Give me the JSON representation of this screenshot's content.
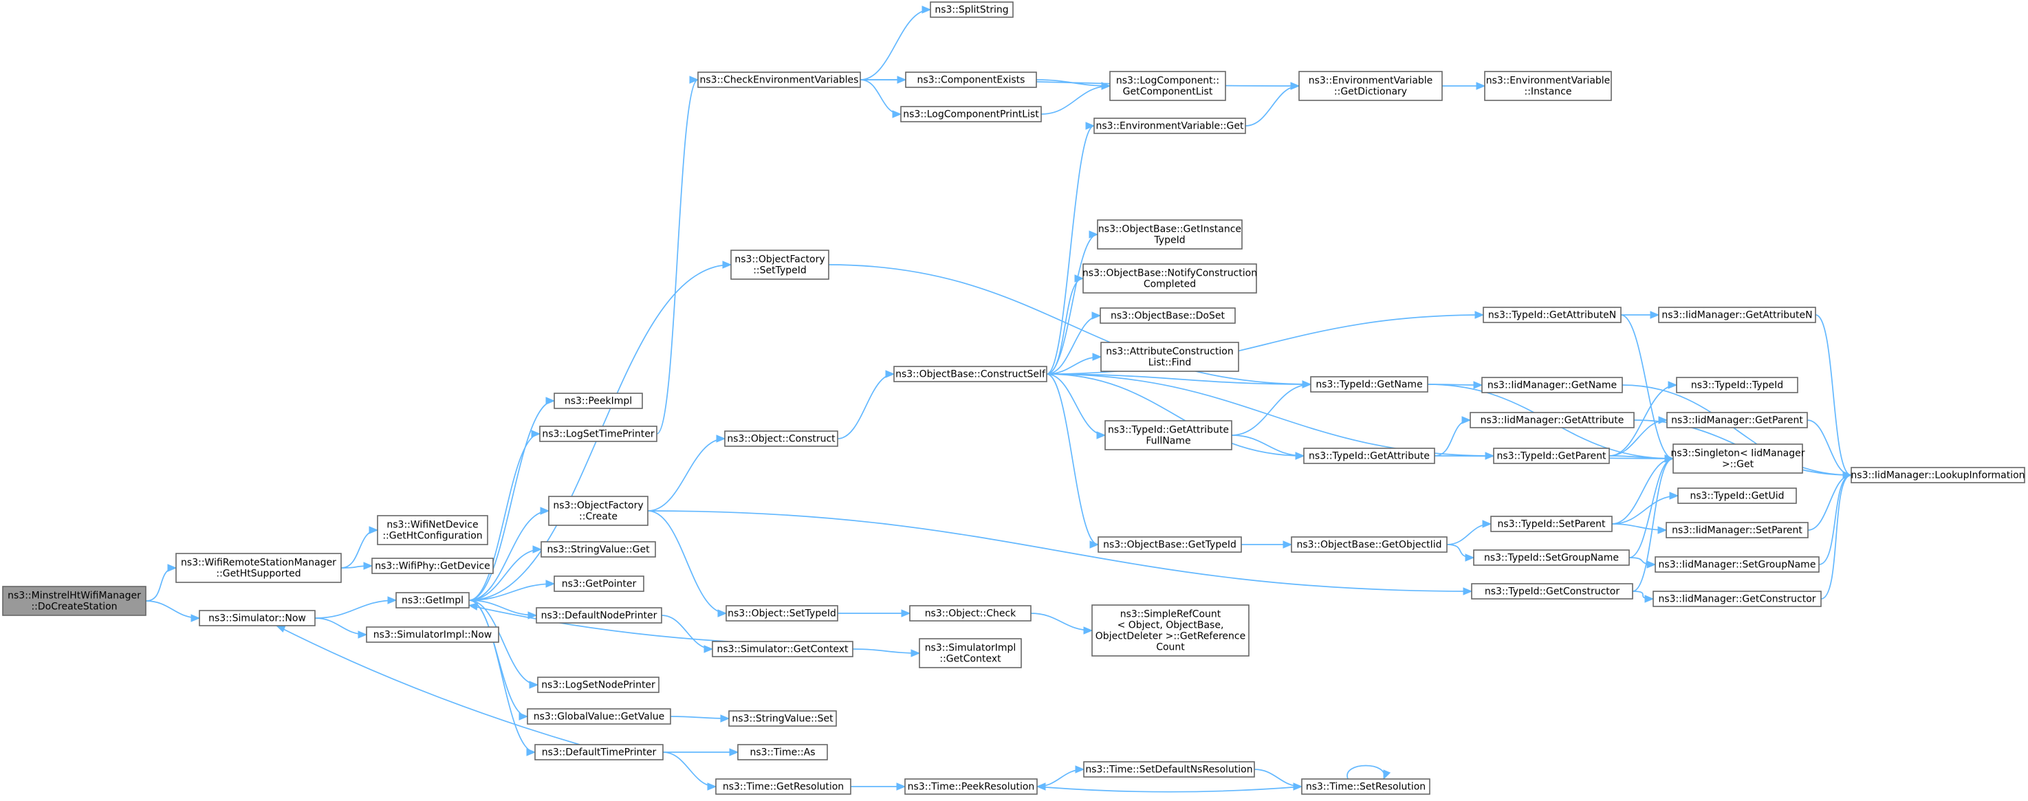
{
  "diagram": {
    "type": "call-graph",
    "nodes": [
      {
        "id": "root",
        "lines": [
          "ns3::MinstrelHtWifiManager",
          "::DoCreateStation"
        ],
        "highlight": true
      },
      {
        "id": "getHtSupported",
        "lines": [
          "ns3::WifiRemoteStationManager",
          "::GetHtSupported"
        ]
      },
      {
        "id": "simNow",
        "lines": [
          "ns3::Simulator::Now"
        ]
      },
      {
        "id": "getHtConfig",
        "lines": [
          "ns3::WifiNetDevice",
          "::GetHtConfiguration"
        ]
      },
      {
        "id": "phyGetDevice",
        "lines": [
          "ns3::WifiPhy::GetDevice"
        ]
      },
      {
        "id": "getImpl",
        "lines": [
          "ns3::GetImpl"
        ]
      },
      {
        "id": "simImplNow",
        "lines": [
          "ns3::SimulatorImpl::Now"
        ]
      },
      {
        "id": "peekImpl",
        "lines": [
          "ns3::PeekImpl"
        ]
      },
      {
        "id": "logSetTimePrinter",
        "lines": [
          "ns3::LogSetTimePrinter"
        ]
      },
      {
        "id": "ofCreate",
        "lines": [
          "ns3::ObjectFactory",
          "::Create"
        ]
      },
      {
        "id": "stringValueGet",
        "lines": [
          "ns3::StringValue::Get"
        ]
      },
      {
        "id": "getPointer",
        "lines": [
          "ns3::GetPointer"
        ]
      },
      {
        "id": "defaultNodePrinter",
        "lines": [
          "ns3::DefaultNodePrinter"
        ]
      },
      {
        "id": "logSetNodePrinter",
        "lines": [
          "ns3::LogSetNodePrinter"
        ]
      },
      {
        "id": "gvGetValue",
        "lines": [
          "ns3::GlobalValue::GetValue"
        ]
      },
      {
        "id": "defaultTimePrinter",
        "lines": [
          "ns3::DefaultTimePrinter"
        ]
      },
      {
        "id": "checkEnvVars",
        "lines": [
          "ns3::CheckEnvironmentVariables"
        ]
      },
      {
        "id": "ofSetTypeId",
        "lines": [
          "ns3::ObjectFactory",
          "::SetTypeId"
        ]
      },
      {
        "id": "objConstruct",
        "lines": [
          "ns3::Object::Construct"
        ]
      },
      {
        "id": "objSetTypeId",
        "lines": [
          "ns3::Object::SetTypeId"
        ]
      },
      {
        "id": "simGetContext",
        "lines": [
          "ns3::Simulator::GetContext"
        ]
      },
      {
        "id": "stringValueSet",
        "lines": [
          "ns3::StringValue::Set"
        ]
      },
      {
        "id": "timeAs",
        "lines": [
          "ns3::Time::As"
        ]
      },
      {
        "id": "timeGetRes",
        "lines": [
          "ns3::Time::GetResolution"
        ]
      },
      {
        "id": "splitString",
        "lines": [
          "ns3::SplitString"
        ]
      },
      {
        "id": "componentExists",
        "lines": [
          "ns3::ComponentExists"
        ]
      },
      {
        "id": "logCompPrintList",
        "lines": [
          "ns3::LogComponentPrintList"
        ]
      },
      {
        "id": "constructSelf",
        "lines": [
          "ns3::ObjectBase::ConstructSelf"
        ]
      },
      {
        "id": "objCheck",
        "lines": [
          "ns3::Object::Check"
        ]
      },
      {
        "id": "simImplGetContext",
        "lines": [
          "ns3::SimulatorImpl",
          "::GetContext"
        ]
      },
      {
        "id": "timePeekRes",
        "lines": [
          "ns3::Time::PeekResolution"
        ]
      },
      {
        "id": "logCompGetList",
        "lines": [
          "ns3::LogComponent::",
          "GetComponentList"
        ]
      },
      {
        "id": "envVarGet",
        "lines": [
          "ns3::EnvironmentVariable::Get"
        ]
      },
      {
        "id": "obGetInstanceTypeId",
        "lines": [
          "ns3::ObjectBase::GetInstance",
          "TypeId"
        ]
      },
      {
        "id": "obNotifyConstruction",
        "lines": [
          "ns3::ObjectBase::NotifyConstruction",
          "Completed"
        ]
      },
      {
        "id": "obDoSet",
        "lines": [
          "ns3::ObjectBase::DoSet"
        ]
      },
      {
        "id": "attrConstructionFind",
        "lines": [
          "ns3::AttributeConstruction",
          "List::Find"
        ]
      },
      {
        "id": "tidGetAttrFullName",
        "lines": [
          "ns3::TypeId::GetAttribute",
          "FullName"
        ]
      },
      {
        "id": "obGetTypeId",
        "lines": [
          "ns3::ObjectBase::GetTypeId"
        ]
      },
      {
        "id": "simpleRefCount",
        "lines": [
          "ns3::SimpleRefCount",
          "< Object, ObjectBase,",
          "ObjectDeleter >::GetReference",
          "Count"
        ]
      },
      {
        "id": "timeSetDefaultNsRes",
        "lines": [
          "ns3::Time::SetDefaultNsResolution"
        ]
      },
      {
        "id": "envVarGetDict",
        "lines": [
          "ns3::EnvironmentVariable",
          "::GetDictionary"
        ]
      },
      {
        "id": "tidGetName",
        "lines": [
          "ns3::TypeId::GetName"
        ]
      },
      {
        "id": "tidGetAttribute",
        "lines": [
          "ns3::TypeId::GetAttribute"
        ]
      },
      {
        "id": "obGetObjectIid",
        "lines": [
          "ns3::ObjectBase::GetObjectIid"
        ]
      },
      {
        "id": "timeSetRes",
        "lines": [
          "ns3::Time::SetResolution"
        ]
      },
      {
        "id": "envVarInstance",
        "lines": [
          "ns3::EnvironmentVariable",
          "::Instance"
        ]
      },
      {
        "id": "tidGetAttributeN",
        "lines": [
          "ns3::TypeId::GetAttributeN"
        ]
      },
      {
        "id": "iidGetName",
        "lines": [
          "ns3::IidManager::GetName"
        ]
      },
      {
        "id": "iidGetAttribute",
        "lines": [
          "ns3::IidManager::GetAttribute"
        ]
      },
      {
        "id": "tidGetParent",
        "lines": [
          "ns3::TypeId::GetParent"
        ]
      },
      {
        "id": "tidSetParent",
        "lines": [
          "ns3::TypeId::SetParent"
        ]
      },
      {
        "id": "tidSetGroupName",
        "lines": [
          "ns3::TypeId::SetGroupName"
        ]
      },
      {
        "id": "tidGetConstructor",
        "lines": [
          "ns3::TypeId::GetConstructor"
        ]
      },
      {
        "id": "iidGetAttributeN",
        "lines": [
          "ns3::IidManager::GetAttributeN"
        ]
      },
      {
        "id": "tidTypeId",
        "lines": [
          "ns3::TypeId::TypeId"
        ]
      },
      {
        "id": "iidGetParent",
        "lines": [
          "ns3::IidManager::GetParent"
        ]
      },
      {
        "id": "singletonGet",
        "lines": [
          "ns3::Singleton< IidManager",
          ">::Get"
        ]
      },
      {
        "id": "tidGetUid",
        "lines": [
          "ns3::TypeId::GetUid"
        ]
      },
      {
        "id": "iidSetParent",
        "lines": [
          "ns3::IidManager::SetParent"
        ]
      },
      {
        "id": "iidSetGroupName",
        "lines": [
          "ns3::IidManager::SetGroupName"
        ]
      },
      {
        "id": "iidGetConstructor",
        "lines": [
          "ns3::IidManager::GetConstructor"
        ]
      },
      {
        "id": "iidLookupInfo",
        "lines": [
          "ns3::IidManager::LookupInformation"
        ]
      }
    ],
    "edges": [
      [
        "root",
        "getHtSupported"
      ],
      [
        "root",
        "simNow"
      ],
      [
        "getHtSupported",
        "getHtConfig"
      ],
      [
        "getHtSupported",
        "phyGetDevice"
      ],
      [
        "simNow",
        "getImpl"
      ],
      [
        "simNow",
        "simImplNow"
      ],
      [
        "getImpl",
        "peekImpl"
      ],
      [
        "getImpl",
        "logSetTimePrinter"
      ],
      [
        "getImpl",
        "ofCreate"
      ],
      [
        "getImpl",
        "stringValueGet"
      ],
      [
        "getImpl",
        "getPointer"
      ],
      [
        "getImpl",
        "defaultNodePrinter"
      ],
      [
        "getImpl",
        "logSetNodePrinter"
      ],
      [
        "getImpl",
        "gvGetValue"
      ],
      [
        "getImpl",
        "defaultTimePrinter"
      ],
      [
        "getImpl",
        "ofSetTypeId"
      ],
      [
        "logSetTimePrinter",
        "checkEnvVars"
      ],
      [
        "ofCreate",
        "objConstruct"
      ],
      [
        "ofCreate",
        "objSetTypeId"
      ],
      [
        "ofCreate",
        "tidGetConstructor"
      ],
      [
        "defaultNodePrinter",
        "simGetContext"
      ],
      [
        "gvGetValue",
        "stringValueSet"
      ],
      [
        "defaultTimePrinter",
        "simNow"
      ],
      [
        "defaultTimePrinter",
        "timeAs"
      ],
      [
        "defaultTimePrinter",
        "timeGetRes"
      ],
      [
        "checkEnvVars",
        "splitString"
      ],
      [
        "checkEnvVars",
        "componentExists"
      ],
      [
        "checkEnvVars",
        "logCompPrintList"
      ],
      [
        "checkEnvVars",
        "envVarGetDict"
      ],
      [
        "componentExists",
        "logCompGetList"
      ],
      [
        "logCompPrintList",
        "logCompGetList"
      ],
      [
        "ofSetTypeId",
        "tidGetName"
      ],
      [
        "objConstruct",
        "constructSelf"
      ],
      [
        "objSetTypeId",
        "objCheck"
      ],
      [
        "simGetContext",
        "getImpl"
      ],
      [
        "simGetContext",
        "simImplGetContext"
      ],
      [
        "timeGetRes",
        "timePeekRes"
      ],
      [
        "constructSelf",
        "envVarGet"
      ],
      [
        "constructSelf",
        "obGetInstanceTypeId"
      ],
      [
        "constructSelf",
        "obNotifyConstruction"
      ],
      [
        "constructSelf",
        "obDoSet"
      ],
      [
        "constructSelf",
        "attrConstructionFind"
      ],
      [
        "constructSelf",
        "tidGetAttrFullName"
      ],
      [
        "constructSelf",
        "obGetTypeId"
      ],
      [
        "constructSelf",
        "tidGetName"
      ],
      [
        "constructSelf",
        "tidGetAttribute"
      ],
      [
        "constructSelf",
        "tidGetAttributeN"
      ],
      [
        "constructSelf",
        "tidGetParent"
      ],
      [
        "objCheck",
        "simpleRefCount"
      ],
      [
        "timePeekRes",
        "timeSetDefaultNsRes"
      ],
      [
        "timeSetDefaultNsRes",
        "timeSetRes"
      ],
      [
        "timeSetRes",
        "timePeekRes"
      ],
      [
        "timeSetRes",
        "timeSetRes"
      ],
      [
        "envVarGet",
        "envVarGetDict"
      ],
      [
        "envVarGetDict",
        "envVarInstance"
      ],
      [
        "tidGetAttrFullName",
        "tidGetName"
      ],
      [
        "tidGetAttrFullName",
        "tidGetAttribute"
      ],
      [
        "obGetTypeId",
        "obGetObjectIid"
      ],
      [
        "obGetObjectIid",
        "tidSetParent"
      ],
      [
        "obGetObjectIid",
        "tidSetGroupName"
      ],
      [
        "tidGetName",
        "iidGetName"
      ],
      [
        "tidGetName",
        "singletonGet"
      ],
      [
        "tidGetAttribute",
        "iidGetAttribute"
      ],
      [
        "tidGetAttribute",
        "singletonGet"
      ],
      [
        "tidGetAttributeN",
        "iidGetAttributeN"
      ],
      [
        "tidGetAttributeN",
        "singletonGet"
      ],
      [
        "tidGetParent",
        "tidTypeId"
      ],
      [
        "tidGetParent",
        "iidGetParent"
      ],
      [
        "tidGetParent",
        "singletonGet"
      ],
      [
        "tidSetParent",
        "tidGetUid"
      ],
      [
        "tidSetParent",
        "iidSetParent"
      ],
      [
        "tidSetParent",
        "singletonGet"
      ],
      [
        "tidSetGroupName",
        "iidSetGroupName"
      ],
      [
        "tidSetGroupName",
        "singletonGet"
      ],
      [
        "tidGetConstructor",
        "iidGetConstructor"
      ],
      [
        "tidGetConstructor",
        "singletonGet"
      ],
      [
        "iidGetName",
        "iidLookupInfo"
      ],
      [
        "iidGetAttribute",
        "iidLookupInfo"
      ],
      [
        "iidGetAttributeN",
        "iidLookupInfo"
      ],
      [
        "iidGetParent",
        "iidLookupInfo"
      ],
      [
        "iidSetParent",
        "iidLookupInfo"
      ],
      [
        "iidSetGroupName",
        "iidLookupInfo"
      ],
      [
        "iidGetConstructor",
        "iidLookupInfo"
      ]
    ],
    "colors": {
      "edge": "#63b8ff",
      "node_border": "#666666",
      "node_fill": "#ffffff",
      "root_fill": "#999999"
    }
  }
}
